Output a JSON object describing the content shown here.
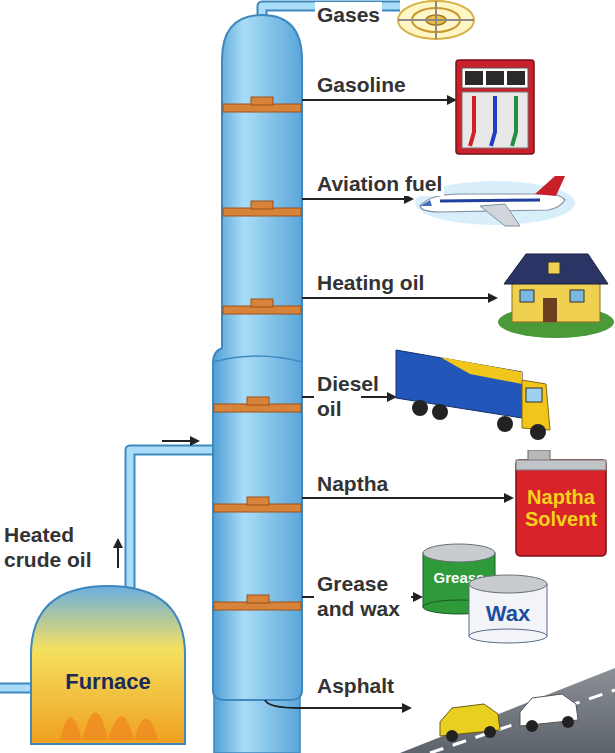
{
  "diagram": {
    "nodes": [
      {
        "text": [
          "Furnace"
        ]
      },
      {
        "text": [
          "Naptha Solvent"
        ]
      },
      {
        "text": [
          "Grease"
        ]
      },
      {
        "text": [
          "Wax"
        ]
      }
    ],
    "labels": [
      "Gases",
      "Gasoline",
      "Aviation fuel",
      "Heating oil",
      "Diesel oil",
      "Naptha",
      "Grease and wax",
      "Asphalt",
      "Heated crude oil"
    ]
  }
}
